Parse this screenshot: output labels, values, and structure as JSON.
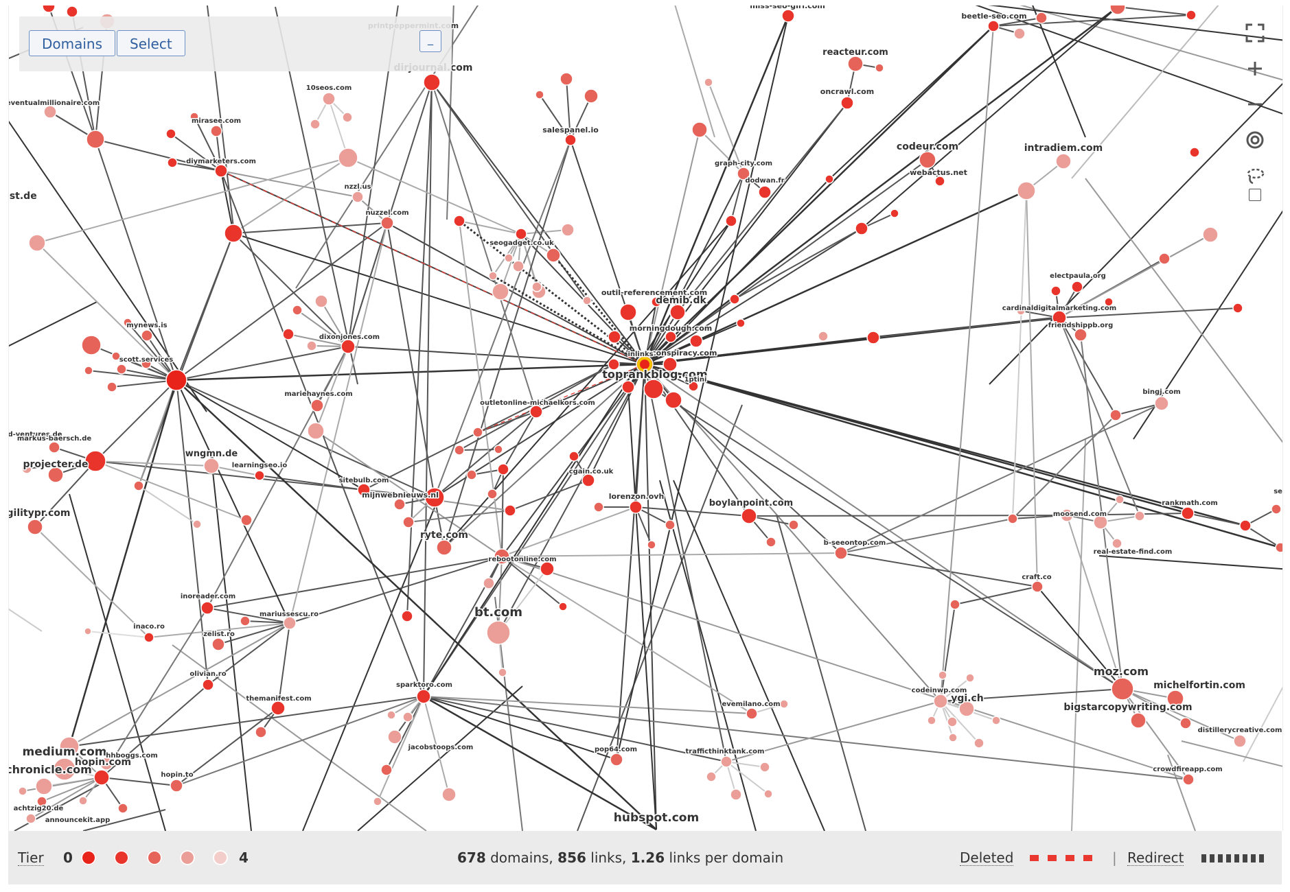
{
  "panel": {
    "domains_button": "Domains",
    "select_button": "Select",
    "collapse_button": "_"
  },
  "toolbar": {
    "icons": [
      "fullscreen-icon",
      "zoom-in-icon",
      "zoom-out-icon",
      "target-icon",
      "lasso-icon",
      "checkbox"
    ]
  },
  "legend": {
    "tier_label": "Tier",
    "tier_min": "0",
    "tier_max": "4",
    "tier_colors": [
      "#e8231a",
      "#e8342a",
      "#e66359",
      "#eb9e97",
      "#f2cdc9"
    ],
    "stats": {
      "domains_count": "678",
      "domains_label": "domains,",
      "links_count": "856",
      "links_label": "links,",
      "ratio": "1.26",
      "ratio_label": "links per domain"
    },
    "deleted_label": "Deleted",
    "separator": "|",
    "redirect_label": "Redirect"
  },
  "labels": [
    {
      "t": "miss-seo-girl.com"
    },
    {
      "t": "beetle-seo.com"
    },
    {
      "t": "printpeppermint.com"
    },
    {
      "t": "dirjournal.com"
    },
    {
      "t": "reacteur.com"
    },
    {
      "t": "oncrawl.com"
    },
    {
      "t": "10seos.com"
    },
    {
      "t": "eventualmillionaire.com"
    },
    {
      "t": "mirasee.com"
    },
    {
      "t": "salespanel.io"
    },
    {
      "t": "codeur.com"
    },
    {
      "t": "intradiem.com"
    },
    {
      "t": "webactus.net"
    },
    {
      "t": "diymarketers.com"
    },
    {
      "t": "graph-city.com"
    },
    {
      "t": "dodwan.fr"
    },
    {
      "t": "nzzl.us"
    },
    {
      "t": "est.de"
    },
    {
      "t": "nuzzel.com"
    },
    {
      "t": "seogadget.co.uk"
    },
    {
      "t": "electpaula.org"
    },
    {
      "t": "cardinaldigitalmarketing.com"
    },
    {
      "t": "friendshippb.org"
    },
    {
      "t": "outil-referencement.com"
    },
    {
      "t": "demib.dk"
    },
    {
      "t": "mynews.is"
    },
    {
      "t": "dixonjones.com"
    },
    {
      "t": "morningdough.com"
    },
    {
      "t": "scott.services"
    },
    {
      "t": "seoconspiracy.com"
    },
    {
      "t": "inlinks"
    },
    {
      "t": "toprankblog.com"
    },
    {
      "t": "1ptini"
    },
    {
      "t": "mariehaynes.com"
    },
    {
      "t": "bingj.com"
    },
    {
      "t": "outletonline-michaelkors.com"
    },
    {
      "t": "d-ventures.de"
    },
    {
      "t": "markus-baersch.de"
    },
    {
      "t": "wngmn.de"
    },
    {
      "t": "learningseo.io"
    },
    {
      "t": "projecter.de"
    },
    {
      "t": "cgain.co.uk"
    },
    {
      "t": "sitebulb.com"
    },
    {
      "t": "mijnwebnieuws.nl"
    },
    {
      "t": "lorenzon.ovh"
    },
    {
      "t": "boylanpoint.com"
    },
    {
      "t": "rankmath.com"
    },
    {
      "t": "seo"
    },
    {
      "t": "gilitypr.com"
    },
    {
      "t": "moosend.com"
    },
    {
      "t": "ryte.com"
    },
    {
      "t": "b-seeontop.com"
    },
    {
      "t": "real-estate-find.com"
    },
    {
      "t": "rebootonline.com"
    },
    {
      "t": "craft.co"
    },
    {
      "t": "inoreader.com"
    },
    {
      "t": "bt.com"
    },
    {
      "t": "mariussescu.ro"
    },
    {
      "t": "inaco.ro"
    },
    {
      "t": "zelist.ro"
    },
    {
      "t": "olivian.ro"
    },
    {
      "t": "moz.com"
    },
    {
      "t": "michelfortin.com"
    },
    {
      "t": "sparktoro.com"
    },
    {
      "t": "codeinwp.com"
    },
    {
      "t": "ygi.ch"
    },
    {
      "t": "themanifest.com"
    },
    {
      "t": "evemilano.com"
    },
    {
      "t": "bigstarcopywriting.com"
    },
    {
      "t": "distillerycreative.com"
    },
    {
      "t": "jacobstoops.com"
    },
    {
      "t": "medium.com"
    },
    {
      "t": "hhboggs.com"
    },
    {
      "t": "pop64.com"
    },
    {
      "t": "trafficthinktank.com"
    },
    {
      "t": "crowdfireapp.com"
    },
    {
      "t": "hopin.com"
    },
    {
      "t": "chronicle.com"
    },
    {
      "t": "hopin.to"
    },
    {
      "t": "achtzig20.de"
    },
    {
      "t": "announcekit.app"
    },
    {
      "t": "hubspot.com"
    }
  ]
}
